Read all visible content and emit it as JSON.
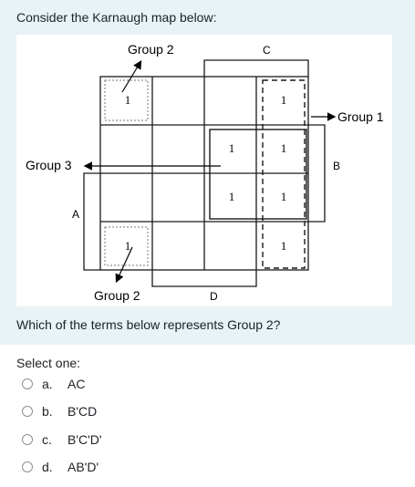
{
  "question": {
    "prompt": "Consider the Karnaugh map below:",
    "sub_prompt": "Which of the terms below represents Group 2?"
  },
  "kmap": {
    "cells": [
      "1",
      "1",
      "1",
      "1",
      "1",
      "1",
      "1",
      "1"
    ],
    "labels": {
      "group2_top": "Group 2",
      "group2_bottom": "Group 2",
      "group1": "Group 1",
      "group3": "Group 3",
      "c": "C",
      "b": "B",
      "a": "A",
      "d": "D"
    }
  },
  "answer": {
    "select_label": "Select one:",
    "options": [
      {
        "letter": "a.",
        "text": "AC"
      },
      {
        "letter": "b.",
        "text": "B'CD"
      },
      {
        "letter": "c.",
        "text": "B'C'D'"
      },
      {
        "letter": "d.",
        "text": "AB'D'"
      }
    ]
  }
}
